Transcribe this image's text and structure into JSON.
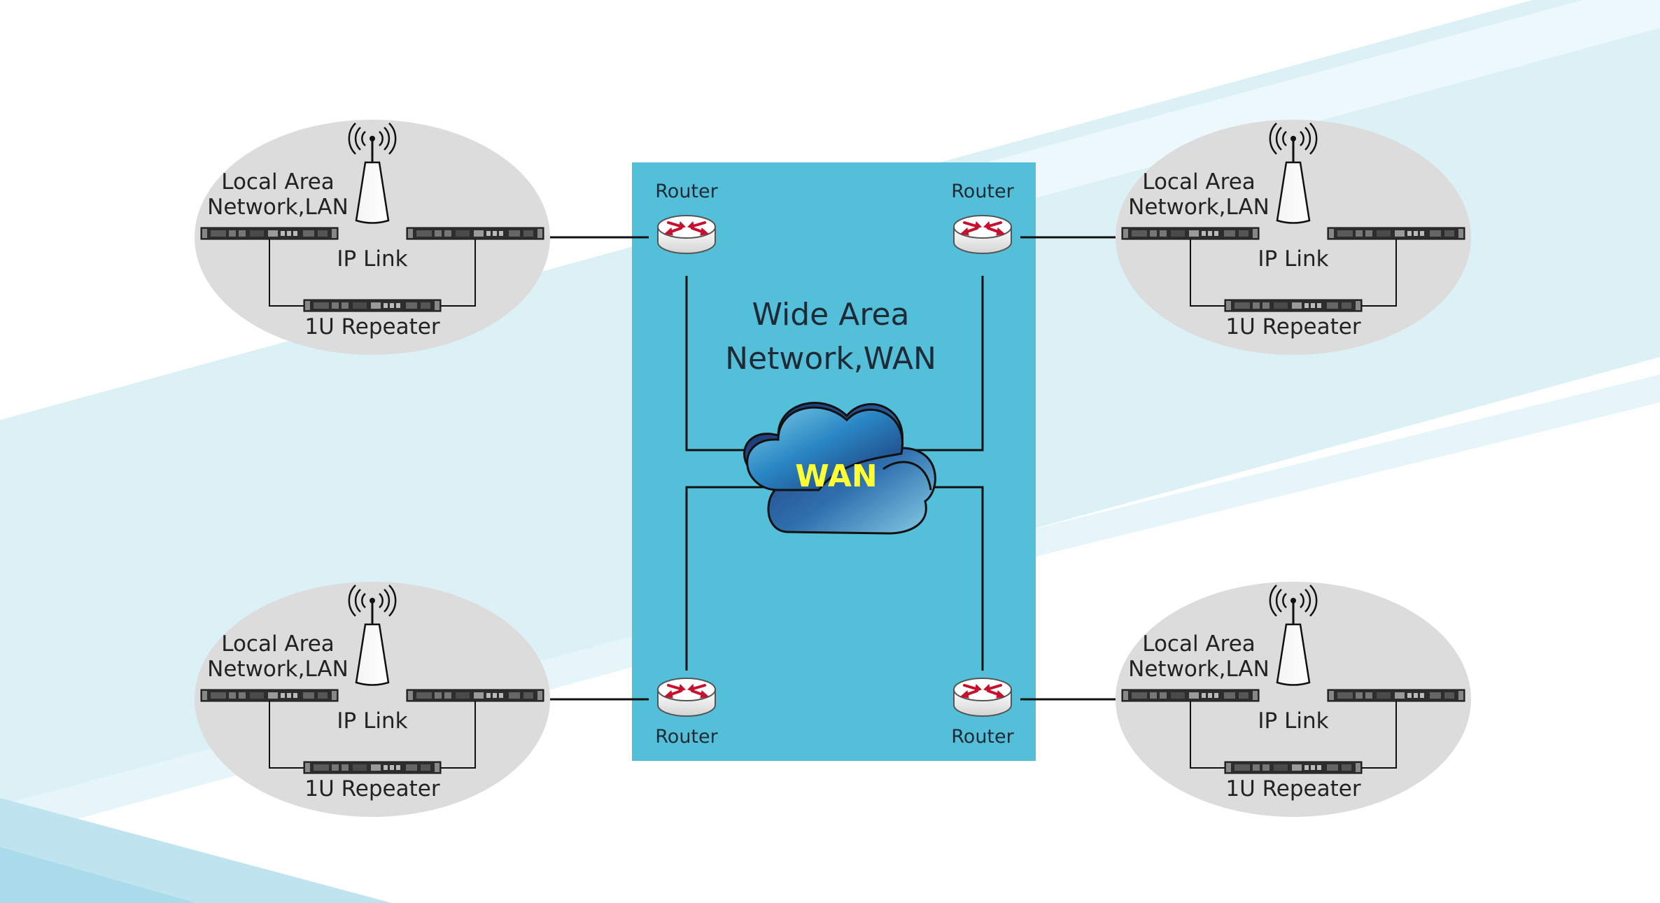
{
  "wan_box": {
    "title_line1": "Wide Area",
    "title_line2": "Network,WAN"
  },
  "cloud": {
    "label": "WAN"
  },
  "routers": [
    {
      "id": "top-left",
      "label": "Router"
    },
    {
      "id": "top-right",
      "label": "Router"
    },
    {
      "id": "bottom-left",
      "label": "Router"
    },
    {
      "id": "bottom-right",
      "label": "Router"
    }
  ],
  "lans": [
    {
      "id": "top-left",
      "title_line1": "Local Area",
      "title_line2": "Network,LAN",
      "link_label": "IP Link",
      "repeater_label": "1U Repeater"
    },
    {
      "id": "top-right",
      "title_line1": "Local Area",
      "title_line2": "Network,LAN",
      "link_label": "IP Link",
      "repeater_label": "1U Repeater"
    },
    {
      "id": "bottom-left",
      "title_line1": "Local Area",
      "title_line2": "Network,LAN",
      "link_label": "IP Link",
      "repeater_label": "1U Repeater"
    },
    {
      "id": "bottom-right",
      "title_line1": "Local Area",
      "title_line2": "Network,LAN",
      "link_label": "IP Link",
      "repeater_label": "1U Repeater"
    }
  ],
  "colors": {
    "wan_box": "#54bfd8",
    "lan_ellipse": "#dcdcdc",
    "background_stripe": "#dcf1f6",
    "router_arrows": "#c8102e",
    "cloud_label": "#ffff33"
  }
}
